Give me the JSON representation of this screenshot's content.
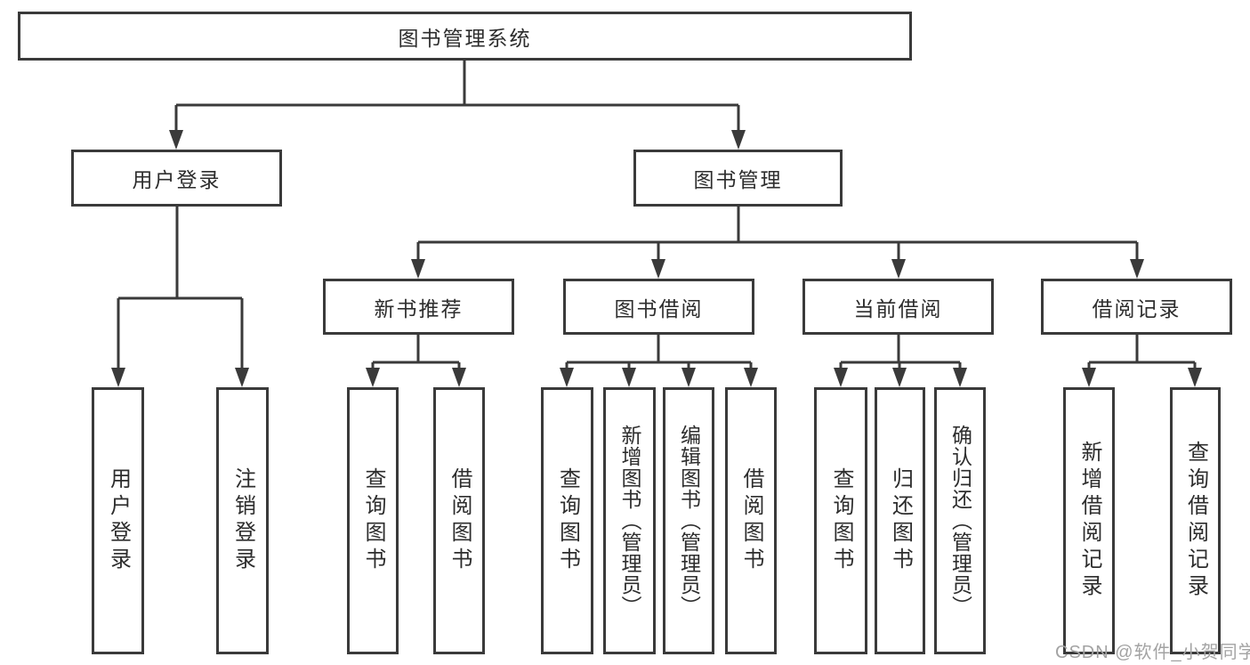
{
  "diagram": {
    "root": {
      "label": "图书管理系统"
    },
    "level1": [
      {
        "label": "用户登录"
      },
      {
        "label": "图书管理"
      }
    ],
    "level2": [
      {
        "label": "新书推荐"
      },
      {
        "label": "图书借阅"
      },
      {
        "label": "当前借阅"
      },
      {
        "label": "借阅记录"
      }
    ],
    "leaves": {
      "user_login": [
        {
          "label": "用户登录"
        },
        {
          "label": "注销登录"
        }
      ],
      "new_books": [
        {
          "label": "查询图书"
        },
        {
          "label": "借阅图书"
        }
      ],
      "book_borrow": [
        {
          "label": "查询图书"
        },
        {
          "label": "新增图书（管理员）"
        },
        {
          "label": "编辑图书（管理员）"
        },
        {
          "label": "借阅图书"
        }
      ],
      "current_borrow": [
        {
          "label": "查询图书"
        },
        {
          "label": "归还图书"
        },
        {
          "label": "确认归还（管理员）"
        }
      ],
      "borrow_records": [
        {
          "label": "新增借阅记录"
        },
        {
          "label": "查询借阅记录"
        }
      ]
    }
  },
  "watermark": {
    "text": "CSDN @软件_小贺同学"
  },
  "colors": {
    "line": "#3a3a3a",
    "text": "#2d2d2d",
    "watermark": "#a3a3a3",
    "background": "#ffffff"
  }
}
